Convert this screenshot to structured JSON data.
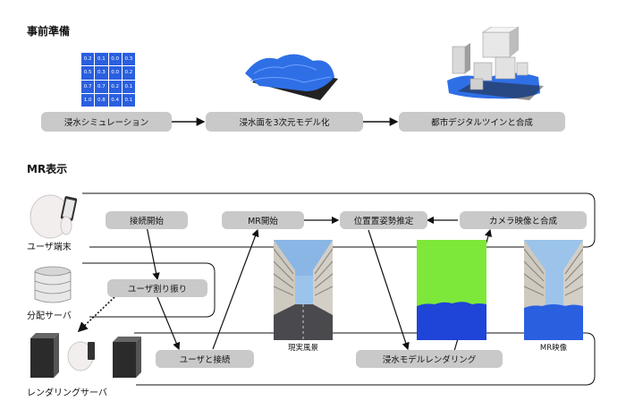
{
  "sections": {
    "preparation_title": "事前準備",
    "mr_title": "MR表示"
  },
  "grid_values": [
    "0.2",
    "0.1",
    "0.0",
    "0.3",
    "0.5",
    "0.3",
    "0.0",
    "0.2",
    "0.7",
    "0.7",
    "0.2",
    "0.1",
    "1.0",
    "0.8",
    "0.4",
    "0.1"
  ],
  "steps": {
    "inundation_sim": "浸水シミュレーション",
    "surface_3d": "浸水面を3次元モデル化",
    "digital_twin": "都市デジタルツインと合成",
    "connect_start": "接続開始",
    "mr_start": "MR開始",
    "pose_estimation": "位置置姿勢推定",
    "camera_composite": "カメラ映像と合成",
    "user_assign": "ユーザ割り振り",
    "user_connect": "ユーザと接続",
    "rendering": "浸水モデルレンダリング"
  },
  "labels": {
    "user_terminal": "ユーザ端末",
    "distribution_server": "分配サーバ",
    "rendering_server": "レンダリングサーバ",
    "real_scene": "現実風景",
    "mr_video": "MR映像"
  },
  "colors": {
    "pill": "#c9c9c9",
    "water_blue": "#2a5fe0",
    "mask_green": "#7ee83a",
    "mask_blue": "#1f44d8"
  }
}
